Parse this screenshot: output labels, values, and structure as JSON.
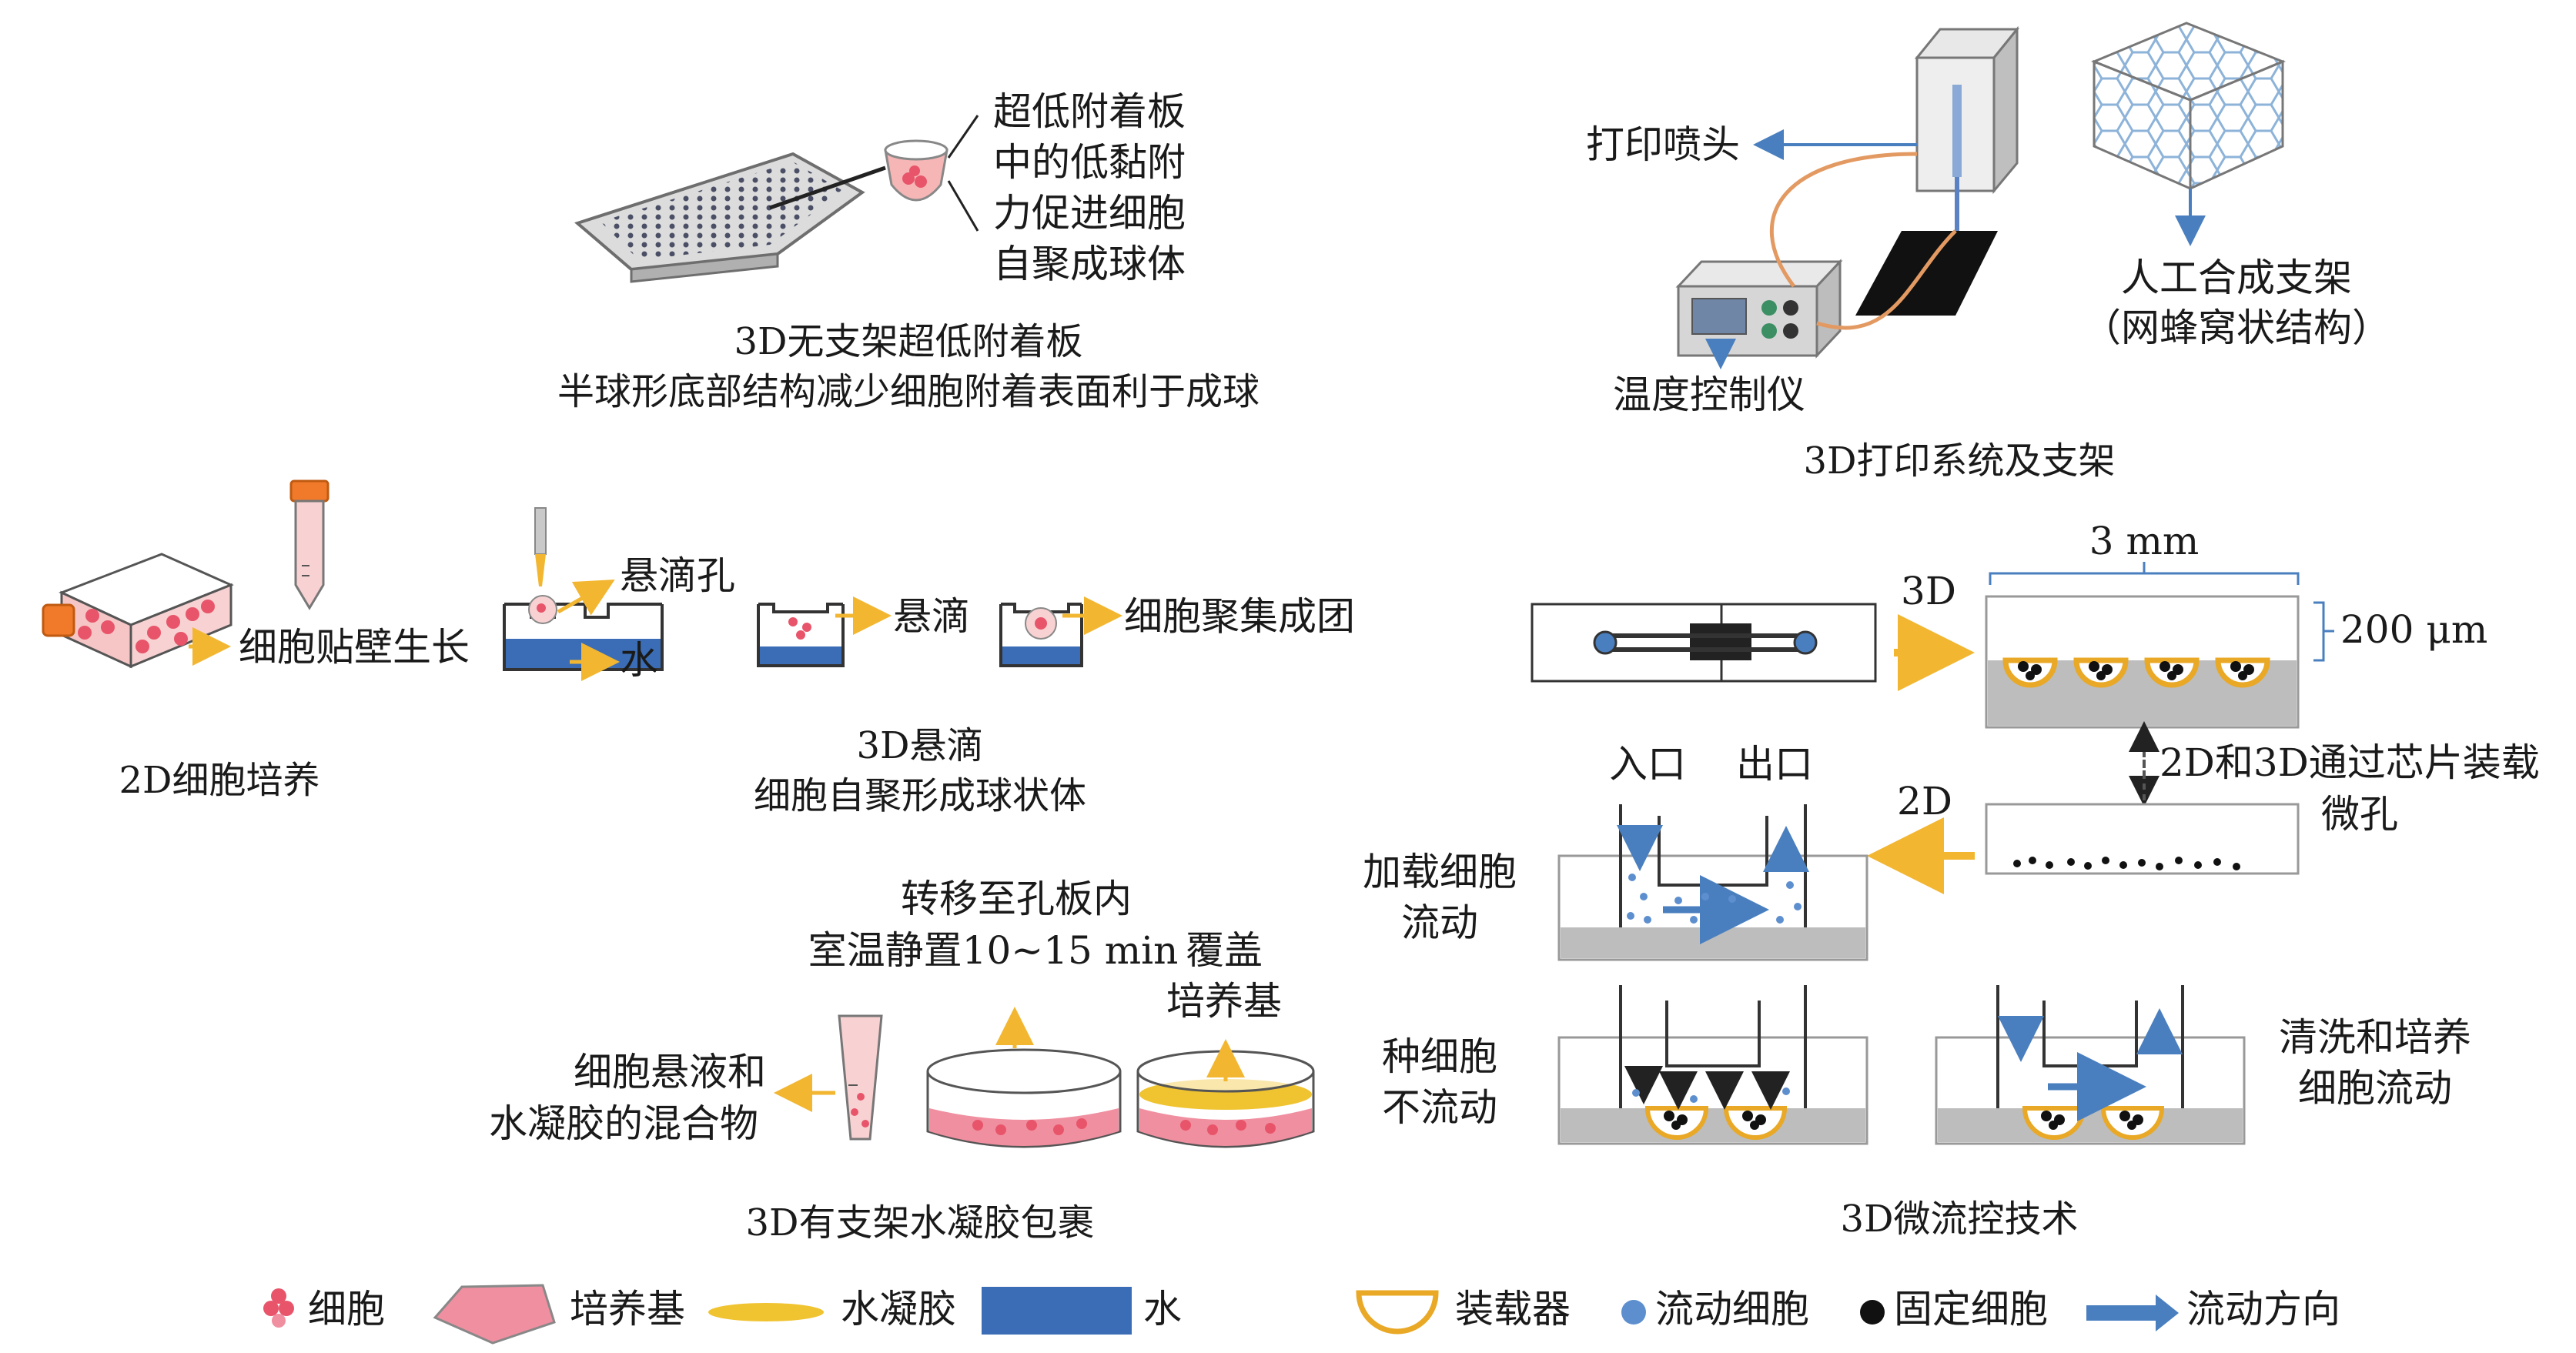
{
  "sections": {
    "ula": {
      "label_lines": [
        "超低附着板",
        "中的低黏附",
        "力促进细胞",
        "自聚成球体"
      ],
      "caption_lines": [
        "3D无支架超低附着板",
        "半球形底部结构减少细胞附着表面利于成球"
      ]
    },
    "printing": {
      "nozzle_label": "打印喷头",
      "controller_label": "温度控制仪",
      "scaffold_label_lines": [
        "人工合成支架",
        "（网蜂窝状结构）"
      ],
      "caption": "3D打印系统及支架"
    },
    "culture2d": {
      "label": "细胞贴壁生长",
      "caption": "2D细胞培养"
    },
    "hanging_drop": {
      "well_label": "悬滴孔",
      "water_label": "水",
      "drop_label": "悬滴",
      "aggregate_label": "细胞聚集成团",
      "caption_lines": [
        "3D悬滴",
        "细胞自聚形成球状体"
      ]
    },
    "hydrogel": {
      "transfer_lines": [
        "转移至孔板内",
        "室温静置10~15 min"
      ],
      "cover_lines": [
        "覆盖",
        "培养基"
      ],
      "mix_lines": [
        "细胞悬液和",
        "水凝胶的混合物"
      ],
      "caption": "3D有支架水凝胶包裹"
    },
    "microfluidic": {
      "label_3d": "3D",
      "label_2d": "2D",
      "width_label": "3 mm",
      "depth_label": "200 μm",
      "chip_label_lines": [
        "2D和3D通过芯片装载",
        "微孔"
      ],
      "inlet_label": "入口",
      "outlet_label": "出口",
      "load_lines": [
        "加载细胞",
        "流动"
      ],
      "seed_lines": [
        "种细胞",
        "不流动"
      ],
      "wash_lines": [
        "清洗和培养",
        "细胞流动"
      ],
      "caption": "3D微流控技术"
    }
  },
  "legend": [
    {
      "icon": "cell-cluster-icon",
      "label": "细胞"
    },
    {
      "icon": "medium-shape-icon",
      "label": "培养基"
    },
    {
      "icon": "hydrogel-ellipse-icon",
      "label": "水凝胶"
    },
    {
      "icon": "water-rect-icon",
      "label": "水"
    },
    {
      "icon": "loader-cup-icon",
      "label": "装载器"
    },
    {
      "icon": "flowing-cell-icon",
      "label": "流动细胞"
    },
    {
      "icon": "fixed-cell-icon",
      "label": "固定细胞"
    },
    {
      "icon": "flow-arrow-icon",
      "label": "流动方向"
    }
  ],
  "colors": {
    "arrow_orange": "#f2b631",
    "arrow_blue": "#4a7fbf",
    "medium_pink": "#f07a8c",
    "hydrogel_yellow": "#f0c330",
    "water_blue": "#3a6db5",
    "loader_gold": "#e9a825",
    "fixed_cell": "#111111",
    "flow_cell": "#5d8fcf",
    "chip_gray": "#bdbdbd"
  }
}
